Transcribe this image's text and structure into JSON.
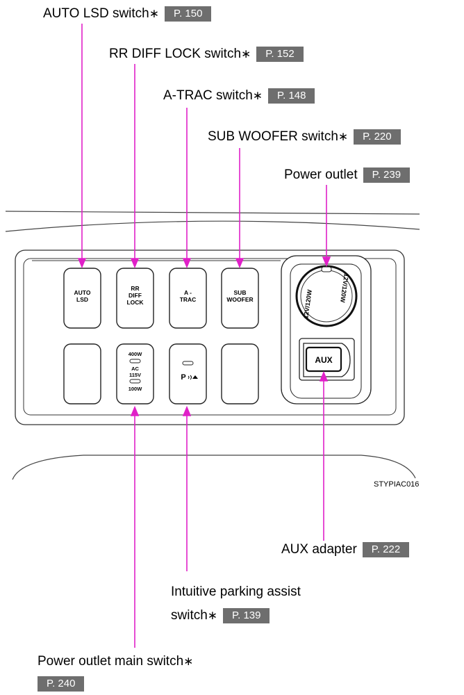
{
  "callouts": {
    "auto_lsd": {
      "label": "AUTO LSD switch",
      "star": "∗",
      "page": "P. 150"
    },
    "rr_diff_lock": {
      "label": "RR DIFF LOCK switch",
      "star": "∗",
      "page": "P. 152"
    },
    "a_trac": {
      "label": "A-TRAC switch",
      "star": "∗",
      "page": "P. 148"
    },
    "sub_woofer": {
      "label": "SUB WOOFER switch",
      "star": "∗",
      "page": "P. 220"
    },
    "power_outlet": {
      "label": "Power outlet",
      "page": "P. 239"
    },
    "aux_adapter": {
      "label": "AUX adapter",
      "page": "P. 222"
    },
    "parking_assist": {
      "label_line1": "Intuitive parking assist",
      "label_line2": "switch",
      "star": "∗",
      "page": "P. 139"
    },
    "outlet_main": {
      "label": "Power outlet main switch",
      "star": "∗",
      "page": "P. 240"
    }
  },
  "panel": {
    "auto_lsd_btn": [
      "AUTO",
      "LSD"
    ],
    "rr_diff_btn": [
      "RR",
      "DIFF",
      "LOCK"
    ],
    "a_trac_btn": [
      "A -",
      "TRAC"
    ],
    "sub_woofer_btn": [
      "SUB",
      "WOOFER"
    ],
    "outlet_main_btn": {
      "top": "400W",
      "mid1": "AC",
      "mid2": "115V",
      "bottom": "100W"
    },
    "parking_btn": "P",
    "socket_text_left": "12V/120W",
    "socket_text_right": "12V/120W",
    "aux_label": "AUX"
  },
  "figure_code": "STYPIAC016",
  "colors": {
    "leader": "#e020c8",
    "page_box": "#6e6e6e"
  }
}
